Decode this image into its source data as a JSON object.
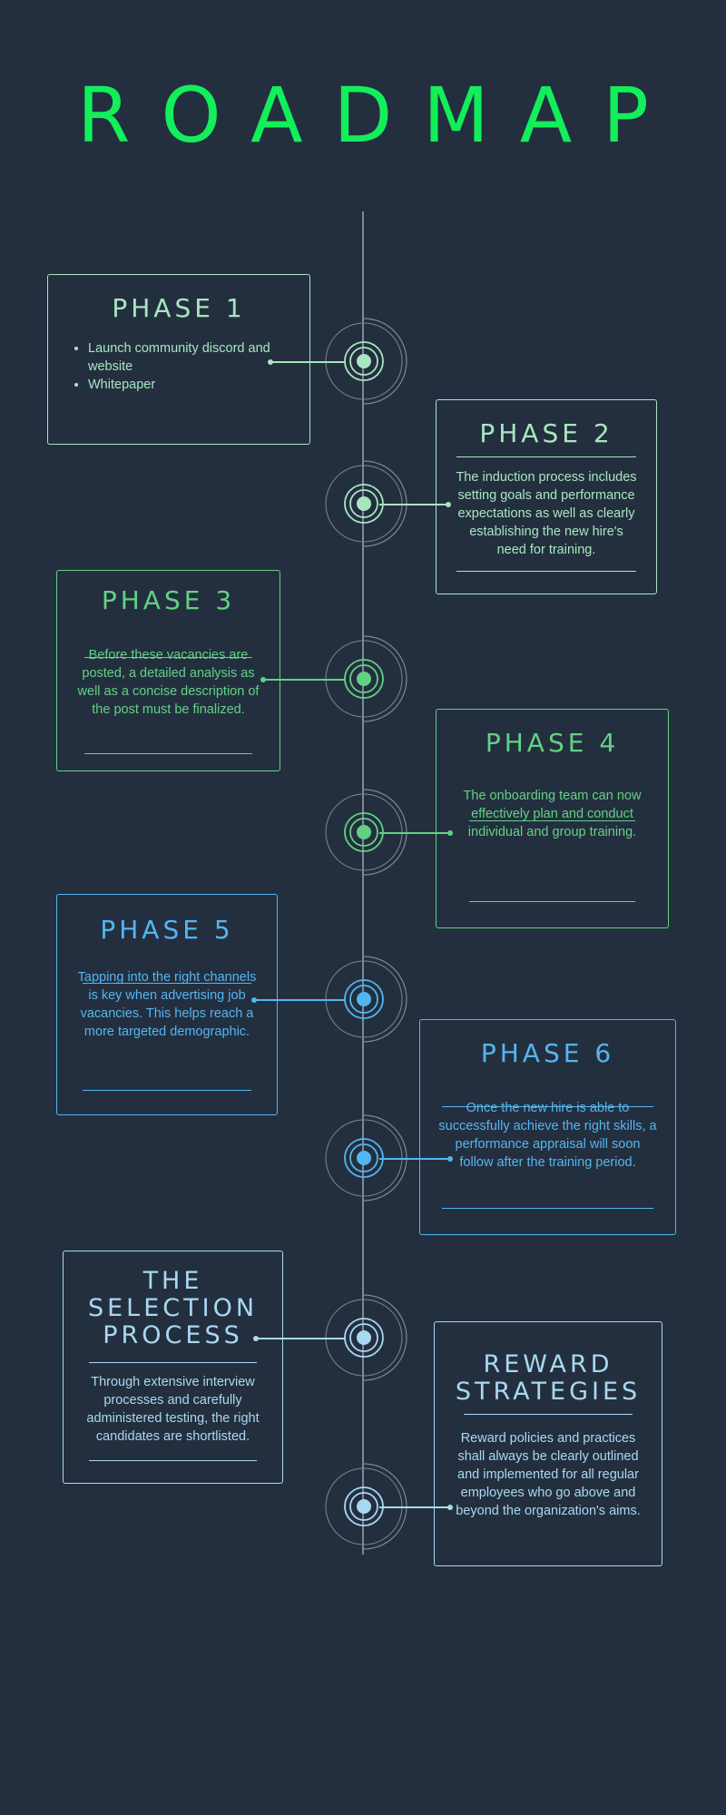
{
  "title": "ROADMAP",
  "phase1": {
    "heading": "PHASE 1",
    "bullets": [
      "Launch community discord and website",
      "Whitepaper"
    ]
  },
  "phase2": {
    "heading": "PHASE 2",
    "text": "The induction process includes setting goals and performance expectations as well as clearly establishing the new hire's need for training."
  },
  "phase3": {
    "heading": "PHASE 3",
    "text": "Before these vacancies are posted, a detailed analysis as well as a concise description of the post must be finalized."
  },
  "phase4": {
    "heading": "PHASE 4",
    "text": "The onboarding team can now effectively plan and conduct individual and group training."
  },
  "phase5": {
    "heading": "PHASE 5",
    "text": "Tapping into the right channels is key when advertising job vacancies. This helps reach a more targeted demographic."
  },
  "phase6": {
    "heading": "PHASE 6",
    "text": "Once the new hire is able to successfully achieve the right skills, a performance appraisal will soon follow after the training period."
  },
  "selection": {
    "heading_lines": [
      "THE",
      "SELECTION",
      "PROCESS"
    ],
    "text": "Through extensive interview processes and carefully administered testing, the right candidates are shortlisted."
  },
  "reward": {
    "heading_lines": [
      "REWARD",
      "STRATEGIES"
    ],
    "text": "Reward policies and practices shall always be clearly outlined and implemented for all regular employees who go above and beyond the organization's aims."
  },
  "colors": {
    "background": "#232f3f",
    "title": "#12ef5a",
    "mint": "#a8e6c0",
    "green": "#63d183",
    "blue": "#53b6f0",
    "light_blue": "#a9d8f2",
    "spine": "#7d8896"
  }
}
